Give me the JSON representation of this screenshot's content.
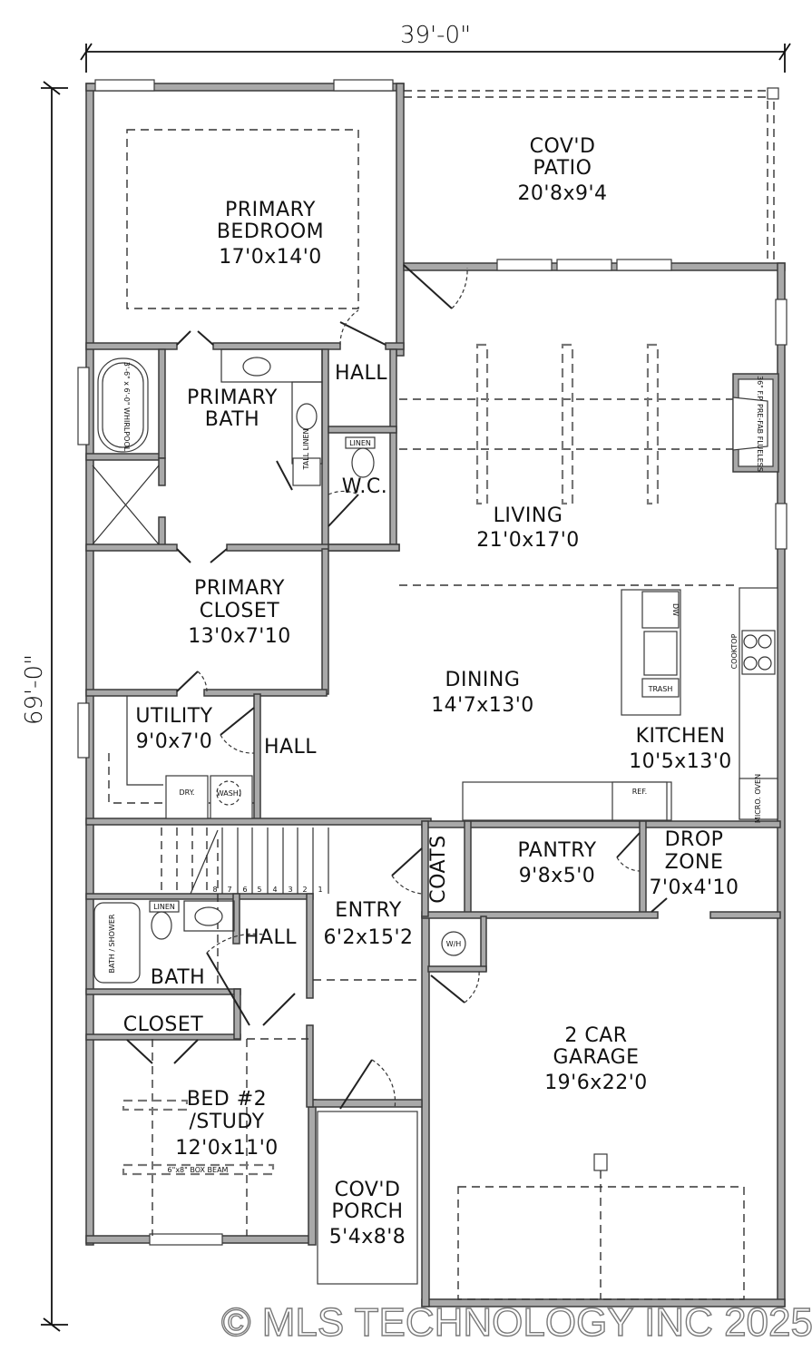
{
  "dimensions": {
    "width": "39'-0\"",
    "depth": "69'-0\""
  },
  "rooms": {
    "primary_bedroom": {
      "name_l1": "PRIMARY",
      "name_l2": "BEDROOM",
      "size": "17'0x14'0"
    },
    "covd_patio": {
      "name_l1": "COV'D",
      "name_l2": "PATIO",
      "size": "20'8x9'4"
    },
    "primary_bath": {
      "name_l1": "PRIMARY",
      "name_l2": "BATH"
    },
    "hall_upper": {
      "name": "HALL"
    },
    "wc": {
      "name": "W.C."
    },
    "living": {
      "name": "LIVING",
      "size": "21'0x17'0"
    },
    "primary_closet": {
      "name_l1": "PRIMARY",
      "name_l2": "CLOSET",
      "size": "13'0x7'10"
    },
    "dining": {
      "name": "DINING",
      "size": "14'7x13'0"
    },
    "kitchen": {
      "name": "KITCHEN",
      "size": "10'5x13'0"
    },
    "utility": {
      "name": "UTILITY",
      "size": "9'0x7'0"
    },
    "hall_mid": {
      "name": "HALL"
    },
    "coats": {
      "name": "COATS"
    },
    "pantry": {
      "name": "PANTRY",
      "size": "9'8x5'0"
    },
    "drop_zone": {
      "name_l1": "DROP",
      "name_l2": "ZONE",
      "size": "7'0x4'10"
    },
    "entry": {
      "name": "ENTRY",
      "size": "6'2x15'2"
    },
    "hall_lower": {
      "name": "HALL"
    },
    "bath": {
      "name": "BATH"
    },
    "closet": {
      "name": "CLOSET"
    },
    "garage": {
      "name_l1": "2 CAR",
      "name_l2": "GARAGE",
      "size": "19'6x22'0"
    },
    "bed2": {
      "name_l1": "BED #2",
      "name_l2": "/STUDY",
      "size": "12'0x11'0"
    },
    "covd_porch": {
      "name_l1": "COV'D",
      "name_l2": "PORCH",
      "size": "5'4x8'8"
    }
  },
  "fixtures": {
    "whirlpool": "3'-6\" x 6'-0\" WHIRLPOOL",
    "tall_linen": "TALL LINEN",
    "linen_wc": "LINEN",
    "linen_bath": "LINEN",
    "box_beam": "6\"x8\" BOX BEAM",
    "fireplace": "36\" F.P. PRE-FAB FLUELESS",
    "dw": "DW",
    "trash": "TRASH",
    "cooktop": "COOKTOP",
    "ref": "REF.",
    "micro_oven": "MICRO. OVEN",
    "dryer": "DRY.",
    "washer": "WASH.",
    "water_heater": "W/H",
    "bath_shower": "BATH / SHOWER",
    "stair_numbers": [
      "8",
      "7",
      "6",
      "5",
      "4",
      "3",
      "2",
      "1"
    ]
  },
  "watermark": "© MLS TECHNOLOGY INC 2025"
}
